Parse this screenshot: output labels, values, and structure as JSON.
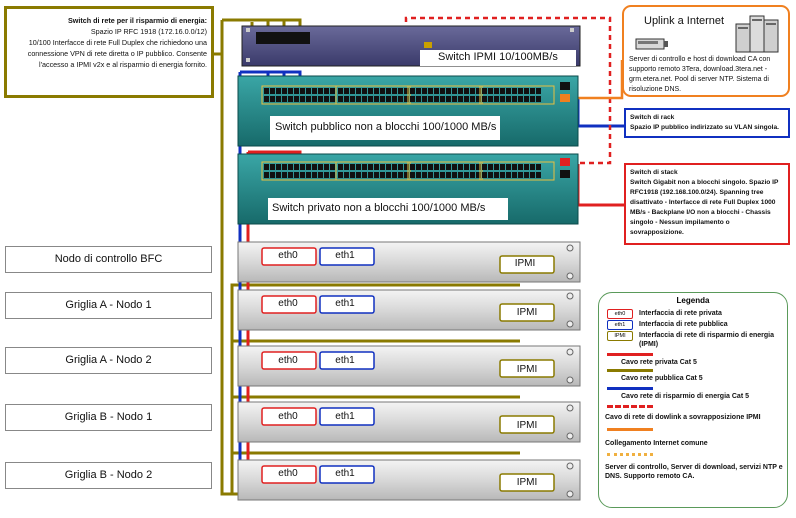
{
  "ipmi_note": {
    "title": "Switch di rete per il risparmio di energia:",
    "lines": [
      "Spazio IP RFC 1918 (172.16.0.0/12)",
      "10/100 Interfacce di rete Full Duplex che richiedono una",
      "connessione VPN di rete diretta o IP pubblico. Consente",
      "l'accesso a IPMI v2x e al risparmio di energia fornito."
    ]
  },
  "switches": {
    "ipmi": "Switch IPMI 10/100MB/s",
    "public": "Switch pubblico non a blocchi 100/1000 MB/s",
    "private": "Switch privato non a blocchi 100/1000 MB/s"
  },
  "uplink": {
    "title": "Uplink a Internet",
    "desc": "Server di controllo e host di download CA con supporto remoto 3Tera, download.3tera.net - grm.etera.net. Pool di server NTP. Sistema di risoluzione DNS."
  },
  "rack_note": {
    "title": "Switch di rack",
    "text": "Spazio IP pubblico indirizzato su VLAN singola."
  },
  "stack_note": {
    "title": "Switch di stack",
    "text": "Switch Gigabit non a blocchi singolo. Spazio IP RFC1918 (192.168.100.0/24). Spanning tree disattivato - Interfacce di rete Full Duplex 1000 MB/s - Backplane I/O non a blocchi - Chassis singolo  - Nessun impilamento o sovrapposizione."
  },
  "nodes": [
    {
      "label": "Nodo di controllo BFC",
      "eth0": "eth0",
      "eth1": "eth1",
      "ipmi": "IPMI"
    },
    {
      "label": "Griglia A - Nodo 1",
      "eth0": "eth0",
      "eth1": "eth1",
      "ipmi": "IPMI"
    },
    {
      "label": "Griglia A - Nodo 2",
      "eth0": "eth0",
      "eth1": "eth1",
      "ipmi": "IPMI"
    },
    {
      "label": "Griglia B - Nodo 1",
      "eth0": "eth0",
      "eth1": "eth1",
      "ipmi": "IPMI"
    },
    {
      "label": "Griglia B - Nodo 2",
      "eth0": "eth0",
      "eth1": "eth1",
      "ipmi": "IPMI"
    }
  ],
  "legend": {
    "title": "Legenda",
    "eth0_swatch": "eth0",
    "eth1_swatch": "eth1",
    "ipmi_swatch": "IPMI",
    "private_iface": "Interfaccia di rete privata",
    "public_iface": "Interfaccia di rete pubblica",
    "ipmi_iface": "Interfaccia di rete di risparmio di energia (IPMI)",
    "private_cable": "Cavo rete privata Cat 5",
    "public_cable": "Cavo rete pubblica Cat 5",
    "power_cable": "Cavo rete di risparmio di energia Cat 5",
    "downlink_cable": "Cavo di rete di dowlink a sovrapposizione IPMI",
    "internet_link": "Collegamento Internet comune",
    "servers": "Server di controllo, Server di download, servizi NTP e DNS. Supporto remoto CA."
  },
  "colors": {
    "private": "#e02020",
    "public": "#1030c0",
    "power": "#8a7a00",
    "internet": "#f08020",
    "switch_teal": "#2a8a8a"
  }
}
